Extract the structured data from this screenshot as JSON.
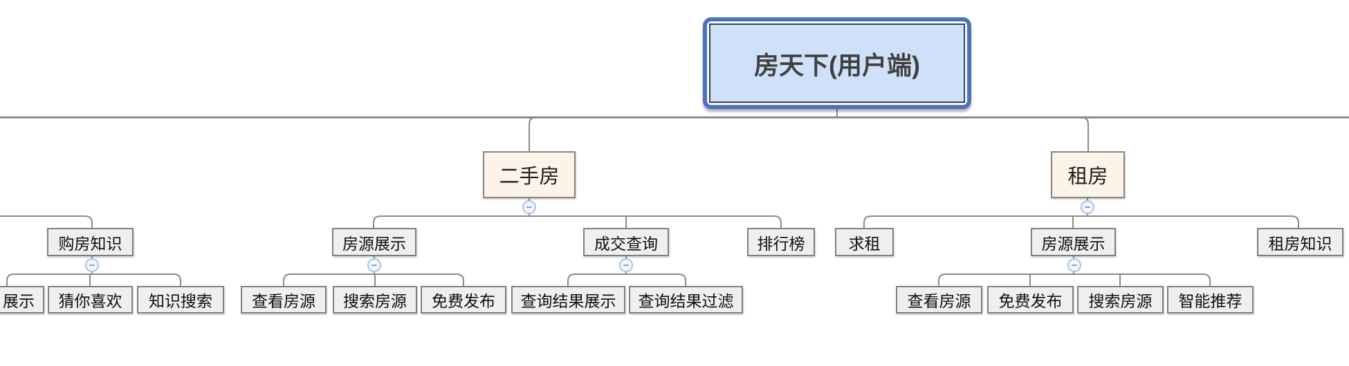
{
  "mindmap": {
    "root": {
      "label": "房天下(用户端)"
    },
    "buy_knowledge": {
      "label": "购房知识",
      "children": {
        "display_partial": "展示",
        "guess_you_like": "猜你喜欢",
        "knowledge_search": "知识搜索"
      }
    },
    "second_hand": {
      "label": "二手房",
      "children": {
        "listing_display": {
          "label": "房源展示",
          "children": {
            "view_listing": "查看房源",
            "search_listing": "搜索房源",
            "free_post": "免费发布"
          }
        },
        "deal_query": {
          "label": "成交查询",
          "children": {
            "result_display": "查询结果展示",
            "result_filter": "查询结果过滤"
          }
        },
        "ranking": {
          "label": "排行榜"
        }
      }
    },
    "rent": {
      "label": "租房",
      "children": {
        "rent_request": {
          "label": "求租"
        },
        "listing_display": {
          "label": "房源展示",
          "children": {
            "view_listing": "查看房源",
            "free_post": "免费发布",
            "search_listing": "搜索房源",
            "smart_recommend": "智能推荐"
          }
        },
        "rent_knowledge": {
          "label": "租房知识"
        }
      }
    }
  },
  "icons": {
    "collapse_glyph": "−"
  },
  "colors": {
    "line": "#8a8a85",
    "root-fill": "#cfe1f9",
    "root-border": "#4d73bf",
    "root-inner-border": "#33415f",
    "root-text": "#404040",
    "branch-fill": "#fdf3e9",
    "branch-border": "#8b8377",
    "leaf-fill": "#efefef",
    "leaf-border": "#7f7f7f",
    "collapse-fill": "#f2f7fd",
    "collapse-ring": "#a9c3e6",
    "collapse-glyph-color": "#7091cc"
  }
}
